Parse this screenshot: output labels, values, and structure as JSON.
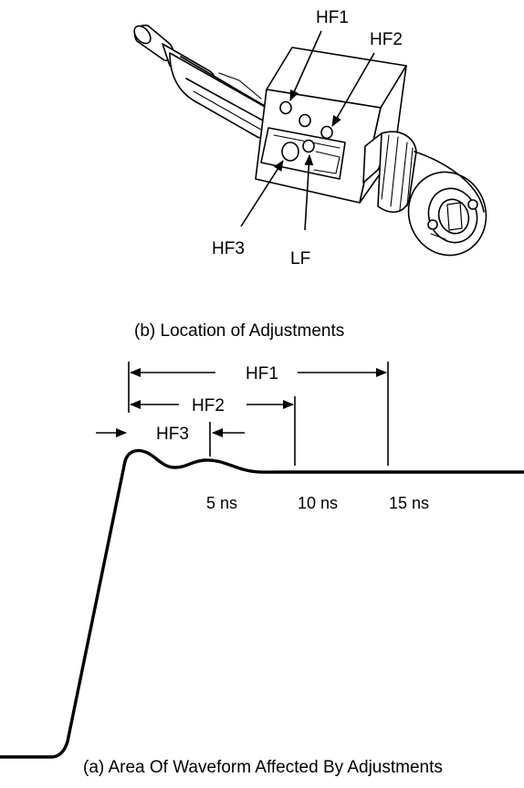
{
  "probe_figure": {
    "labels": {
      "hf1": "HF1",
      "hf2": "HF2",
      "hf3": "HF3",
      "lf": "LF"
    },
    "caption": "(b) Location of Adjustments"
  },
  "waveform_figure": {
    "spans": {
      "hf1": "HF1",
      "hf2": "HF2",
      "hf3": "HF3"
    },
    "time_ticks": [
      "5 ns",
      "10 ns",
      "15 ns"
    ],
    "caption": "(a) Area Of Waveform Affected By Adjustments"
  }
}
